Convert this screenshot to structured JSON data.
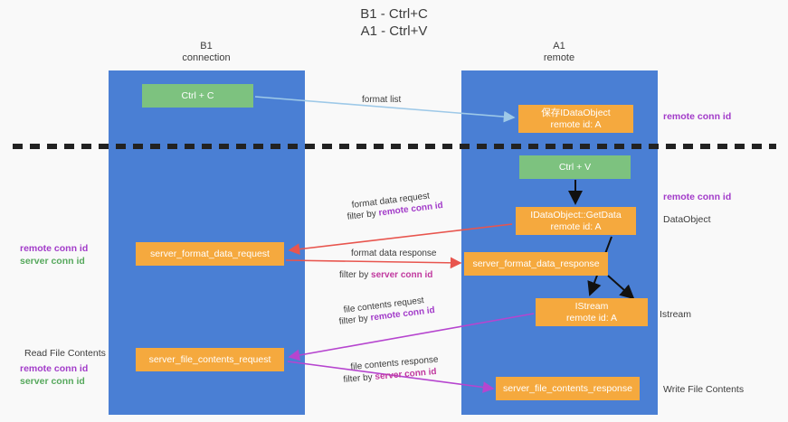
{
  "title": {
    "line1": "B1 - Ctrl+C",
    "line2": "A1 - Ctrl+V"
  },
  "columns": [
    {
      "name": "B1",
      "role": "connection"
    },
    {
      "name": "A1",
      "role": "remote"
    }
  ],
  "nodes": {
    "ctrl_c": "Ctrl + C",
    "idataobject_title": "保存IDataObject",
    "idataobject_sub": "remote id: A",
    "ctrl_v": "Ctrl + V",
    "getdata_title": "IDataObject::GetData",
    "getdata_sub": "remote id: A",
    "server_format_data_request": "server_format_data_request",
    "server_format_data_response": "server_format_data_response",
    "istream_title": "IStream",
    "istream_sub": "remote id: A",
    "server_file_contents_request": "server_file_contents_request",
    "server_file_contents_response": "server_file_contents_response"
  },
  "arrow_labels": {
    "format_list": "format list",
    "format_data_request": "format data request",
    "format_data_request_filter_prefix": "filter by ",
    "format_data_request_filter_key": "remote conn id",
    "format_data_response": "format data response",
    "format_data_response_filter_prefix": "filter by ",
    "format_data_response_filter_key": "server conn id",
    "file_contents_request": "file contents request",
    "file_contents_request_filter_prefix": "filter by ",
    "file_contents_request_filter_key": "remote conn id",
    "file_contents_response": "file contents response",
    "file_contents_response_filter_prefix": "filter by ",
    "file_contents_response_filter_key": "server conn id"
  },
  "side_labels": {
    "right_remote_conn_id_top": "remote conn id",
    "right_remote_conn_id_mid": "remote conn id",
    "right_dataobject": "DataObject",
    "right_istream": "Istream",
    "right_write_file_contents": "Write File Contents",
    "left_read_file_contents": "Read File Contents",
    "left_remote_conn_id_1": "remote conn id",
    "left_server_conn_id_1": "server conn id",
    "left_remote_conn_id_2": "remote conn id",
    "left_server_conn_id_2": "server conn id"
  },
  "colors": {
    "lane": "#4a7fd4",
    "green_node": "#7dc27f",
    "orange_node": "#f5a93e",
    "purple": "#a23bc9",
    "pink": "#c0389e",
    "green_text": "#56a85c",
    "red_arrow": "#e8554e",
    "blue_arrow": "#9ec9e8",
    "divider": "#222222",
    "background": "#f9f9f9"
  }
}
